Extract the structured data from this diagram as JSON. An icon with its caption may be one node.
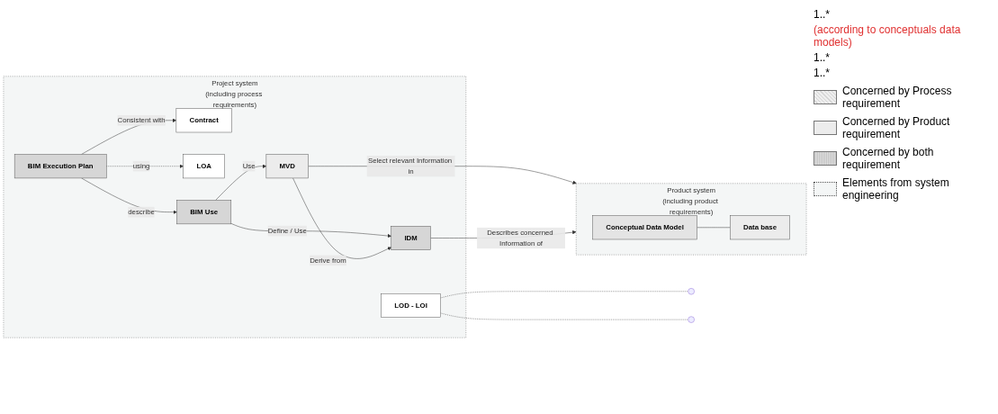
{
  "diagram": {
    "nodes": [
      {
        "text": [
          "Project system",
          "(including process requirements)"
        ]
      },
      {
        "text": [
          "Contract"
        ],
        "in": 0
      },
      {
        "text": [
          "BIM Execution Plan"
        ],
        "in": 0
      },
      {
        "text": [
          "LOA"
        ],
        "in": 0
      },
      {
        "text": [
          "BIM Use"
        ],
        "in": 0
      },
      {
        "text": [
          "LOD - LOI"
        ],
        "in": 0
      },
      {
        "text": [
          "MVD"
        ],
        "in": 0
      },
      {
        "text": [
          "IDM"
        ],
        "in": 0
      },
      {
        "text": [
          "Product system",
          "(including product requirements)"
        ]
      },
      {
        "text": [
          "Conceptual Data Model"
        ],
        "in": 8
      },
      {
        "text": [
          "Data base"
        ],
        "in": 8
      }
    ],
    "edges": [
      {
        "from": 2,
        "to": 1,
        "arrow": "to",
        "label": "Consistent with"
      },
      {
        "from": 2,
        "to": 4,
        "arrow": "to",
        "label": "describe"
      },
      {
        "from": 2,
        "to": 3,
        "arrow": "to",
        "label": "using",
        "style": "dashed"
      },
      {
        "from": 4,
        "to": 6,
        "arrow": "to",
        "label": "Use"
      },
      {
        "from": 4,
        "to": 7,
        "arrow": "to",
        "label": "Define / Use"
      },
      {
        "from": 5,
        "to": null,
        "arrow": "none",
        "style": "dashed"
      },
      {
        "from": 5,
        "to": null,
        "arrow": "none",
        "style": "dashed"
      },
      {
        "from": 6,
        "to": 7,
        "arrow": "to",
        "label": "Derive from"
      },
      {
        "from": 6,
        "to": 8,
        "arrow": "to",
        "label": "Select relevant Information in"
      },
      {
        "from": 7,
        "to": 8,
        "arrow": "to",
        "label": "Describes concerned Information of"
      },
      {
        "from": 9,
        "to": 10,
        "arrow": "none"
      }
    ],
    "labels": [
      "1..*",
      "(according to conceptuals data models)",
      "1..*",
      "1..*"
    ],
    "legend": [
      {
        "text": "Concerned by Process requirement"
      },
      {
        "text": "Concerned by Product requirement"
      },
      {
        "text": "Concerned by both requirement"
      },
      {
        "text": "Elements from system engineering"
      }
    ]
  }
}
